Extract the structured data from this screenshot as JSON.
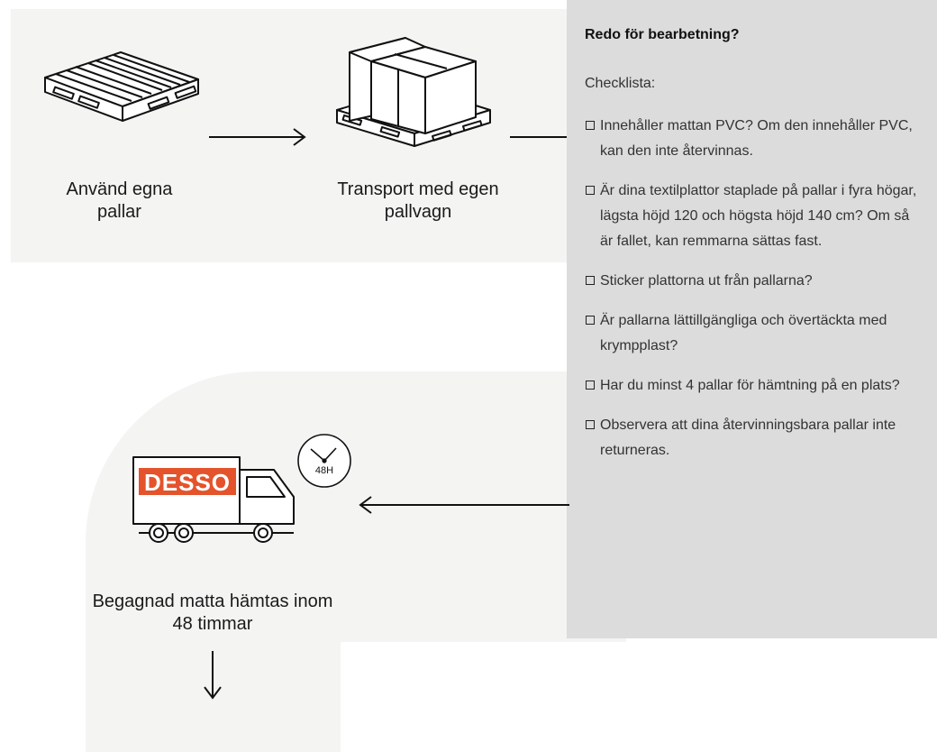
{
  "steps": [
    {
      "label": "Använd egna pallar",
      "icon": "pallet-icon"
    },
    {
      "label": "Transport med egen pallvagn",
      "icon": "pallet-with-boxes-icon"
    },
    {
      "label": "Begagnad matta hämtas inom 48 timmar",
      "icon": "desso-truck-icon"
    }
  ],
  "truck": {
    "brand": "DESSO",
    "brand_color": "#e4532b"
  },
  "clock": {
    "label": "48H"
  },
  "checklist": {
    "title": "Redo för bearbetning?",
    "subtitle": "Checklista:",
    "items": [
      "Innehåller mattan PVC? Om den innehåller PVC, kan den inte återvinnas.",
      "Är dina textilplattor staplade på pallar i fyra högar, lägsta höjd 120 och högsta höjd 140 cm? Om så är fallet, kan remmarna sättas fast.",
      "Sticker plattorna ut från pallarna?",
      "Är pallarna lättillgängliga och övertäckta med krympplast?",
      "Har du minst 4 pallar för hämtning på en plats?",
      "Observera att dina återvinningsbara pallar inte returneras."
    ]
  },
  "colors": {
    "panel_bg": "#f4f4f2",
    "checklist_bg": "#dcdcdc",
    "accent": "#e4532b"
  }
}
